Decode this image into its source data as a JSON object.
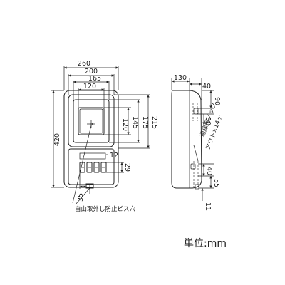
{
  "front_view": {
    "dim_width_outer": "260",
    "dim_width_200": "200",
    "dim_width_165": "165",
    "dim_width_120": "120",
    "dim_height_outer": "420",
    "dim_window_120": "120",
    "dim_window_145": "145",
    "dim_window_175": "175",
    "dim_height_215": "215",
    "dim_slot_12": "12",
    "dim_slot_29": "29",
    "dim_bottom_35": "35",
    "note_screw_hole": "自由取外し防止ビス穴"
  },
  "side_view": {
    "dim_depth_130": "130",
    "dim_depth_40": "40",
    "dim_top_90": "90",
    "dim_top_30": "30",
    "note_knockout_line1": "通線用ノック",
    "note_knockout_line2": "アウト×14ヶ",
    "dim_bottom_40": "40",
    "dim_bottom_55": "55",
    "dim_bottom_11": "11"
  },
  "unit_label": "単位:mm"
}
